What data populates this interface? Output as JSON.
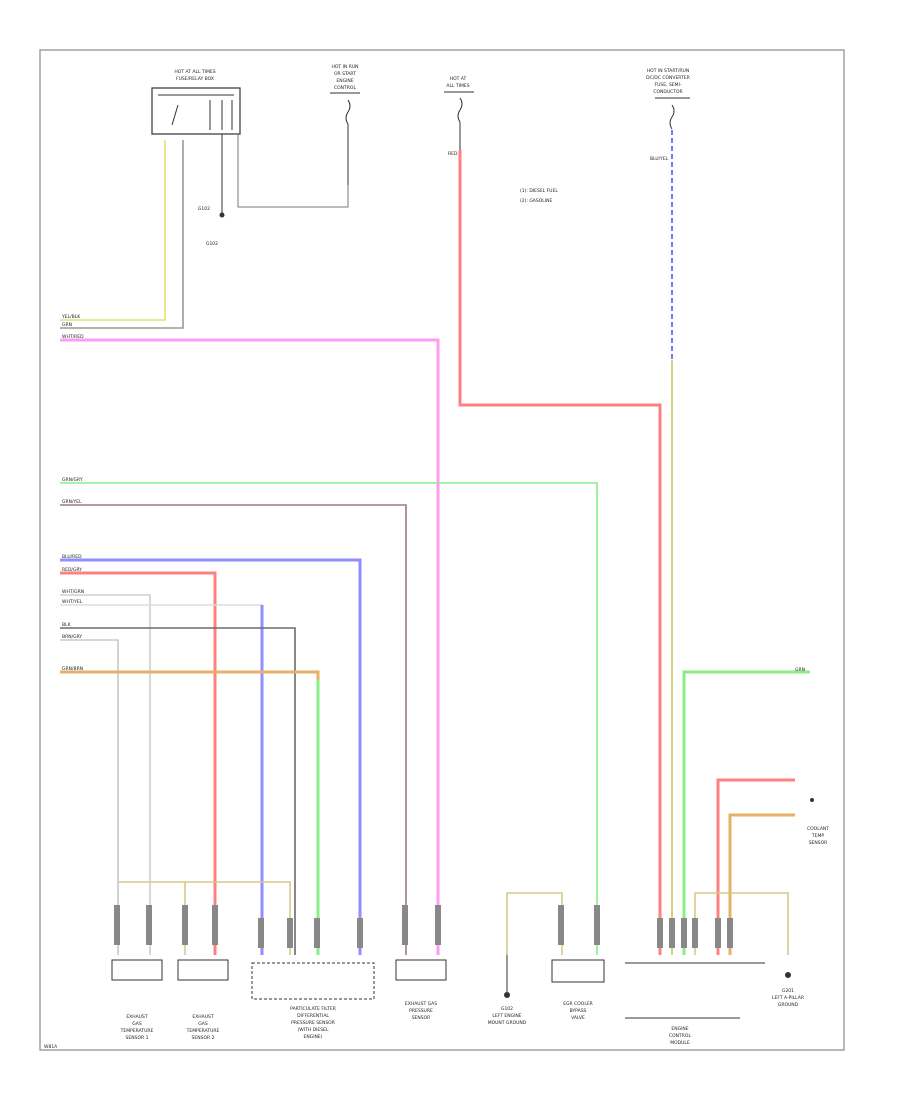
{
  "diagram": {
    "footer_code": "W81A",
    "top_components": [
      {
        "id": "hot-relay",
        "label_lines": [
          "HOT AT ALL TIMES",
          "FUSE/RELAY BOX"
        ]
      },
      {
        "id": "hot-run",
        "label_lines": [
          "HOT IN RUN",
          "OR START",
          "ENGINE",
          "CONTROL"
        ]
      },
      {
        "id": "hot-at",
        "label_lines": [
          "HOT AT",
          "ALL TIMES"
        ]
      },
      {
        "id": "dc-dc",
        "label_lines": [
          "HOT IN START/RUN",
          "DC/DC CONVERTER",
          "FUSE, SEMI-",
          "CONDUCTOR"
        ]
      }
    ],
    "legend": [
      "(1): DIESEL FUEL",
      "(2): GASOLINE"
    ],
    "ground_labels": [
      {
        "id": "g1",
        "text": "G102"
      },
      {
        "id": "g2",
        "text": "G201"
      }
    ],
    "wire_labels": [
      "YEL/BLK",
      "GRN",
      "WHT/RED",
      "GRN/GRY",
      "GRN/YEL",
      "BLU/RED",
      "RED/GRY",
      "WHT/GRN",
      "WHT/YEL",
      "BLK",
      "BRN/GRY",
      "GRN/BRN",
      "RED",
      "BLU/YEL",
      "GRN"
    ],
    "bottom_components": [
      {
        "id": "cmp1",
        "label_lines": [
          "EXHAUST",
          "GAS",
          "TEMPERATURE",
          "SENSOR 1"
        ]
      },
      {
        "id": "cmp2",
        "label_lines": [
          "EXHAUST",
          "GAS",
          "TEMPERATURE",
          "SENSOR 2"
        ]
      },
      {
        "id": "cmp3",
        "label_lines": [
          "PARTICULATE FILTER",
          "DIFFERENTIAL",
          "PRESSURE SENSOR",
          "(WITH DIESEL",
          "ENGINE)"
        ]
      },
      {
        "id": "cmp4",
        "label_lines": [
          "EXHAUST GAS",
          "PRESSURE",
          "SENSOR"
        ]
      },
      {
        "id": "cmp5",
        "label_lines": [
          "G102",
          "LEFT ENGINE",
          "MOUNT GROUND"
        ]
      },
      {
        "id": "cmp6",
        "label_lines": [
          "EGR COOLER",
          "BYPASS",
          "VALVE"
        ]
      },
      {
        "id": "cmp7",
        "label_lines": [
          "ENGINE",
          "CONTROL",
          "MODULE"
        ]
      },
      {
        "id": "cmp8",
        "label_lines": [
          "G201",
          "LEFT A-PILLAR",
          "GROUND"
        ]
      }
    ],
    "right_side_label_lines": [
      "COOLANT",
      "TEMP",
      "SENSOR"
    ]
  }
}
